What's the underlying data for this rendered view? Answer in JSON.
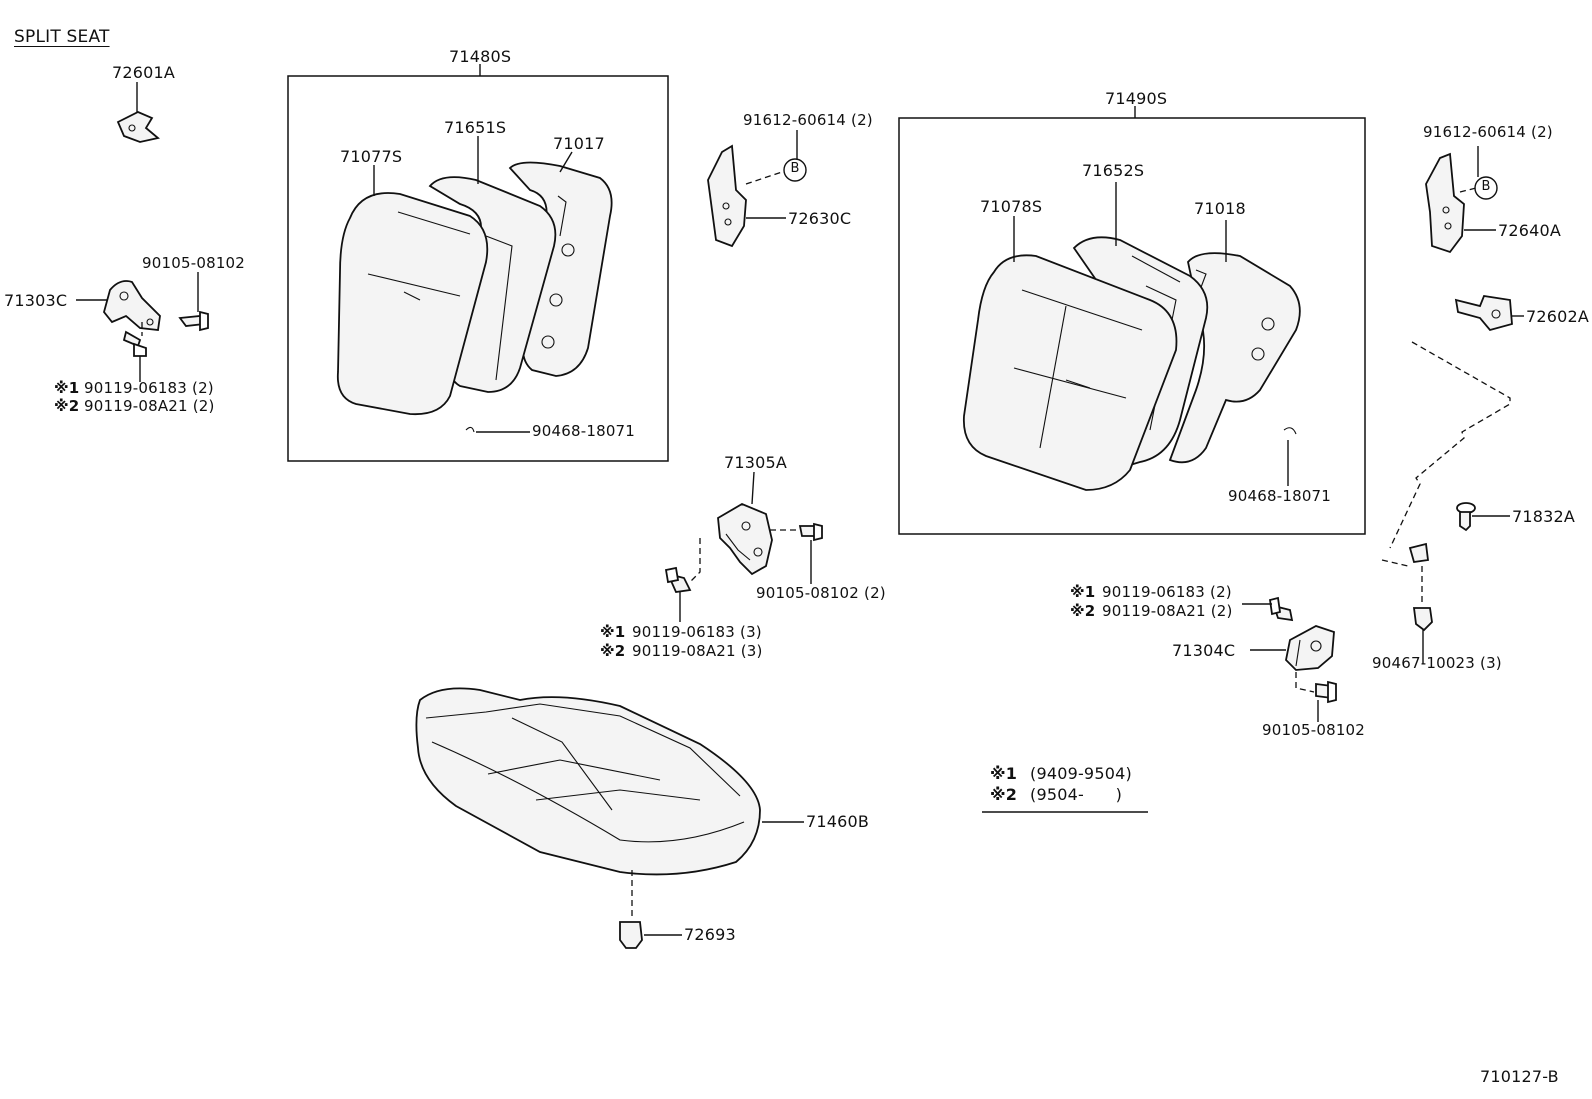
{
  "title": "SPLIT SEAT",
  "diagram_code": "710127-B",
  "parts": {
    "p72601A": "72601A",
    "p71480S": "71480S",
    "p71651S": "71651S",
    "p71017": "71017",
    "p71077S": "71077S",
    "p90468_left": "90468-18071",
    "p91612_left": "91612-60614 (2)",
    "p72630C": "72630C",
    "p90105_left": "90105-08102",
    "p71303C": "71303C",
    "p90119_06183_left": "90119-06183 (2)",
    "p90119_08A21_left": "90119-08A21 (2)",
    "p71305A": "71305A",
    "p90105_mid": "90105-08102 (2)",
    "p90119_06183_mid": "90119-06183 (3)",
    "p90119_08A21_mid": "90119-08A21 (3)",
    "p71460B": "71460B",
    "p72693": "72693",
    "p71490S": "71490S",
    "p71652S": "71652S",
    "p71078S": "71078S",
    "p71018": "71018",
    "p90468_right": "90468-18071",
    "p91612_right": "91612-60614 (2)",
    "p72640A": "72640A",
    "p72602A": "72602A",
    "p71832A": "71832A",
    "p90119_06183_right": "90119-06183 (2)",
    "p90119_08A21_right": "90119-08A21 (2)",
    "p71304C": "71304C",
    "p90105_right": "90105-08102",
    "p90467": "90467-10023 (3)"
  },
  "notes": {
    "mark1": "※1",
    "mark2": "※2",
    "legend1_mark": "※1",
    "legend1_range": "(9409-9504)",
    "legend2_mark": "※2",
    "legend2_range": "(9504-      )"
  },
  "callout_letter": "B"
}
